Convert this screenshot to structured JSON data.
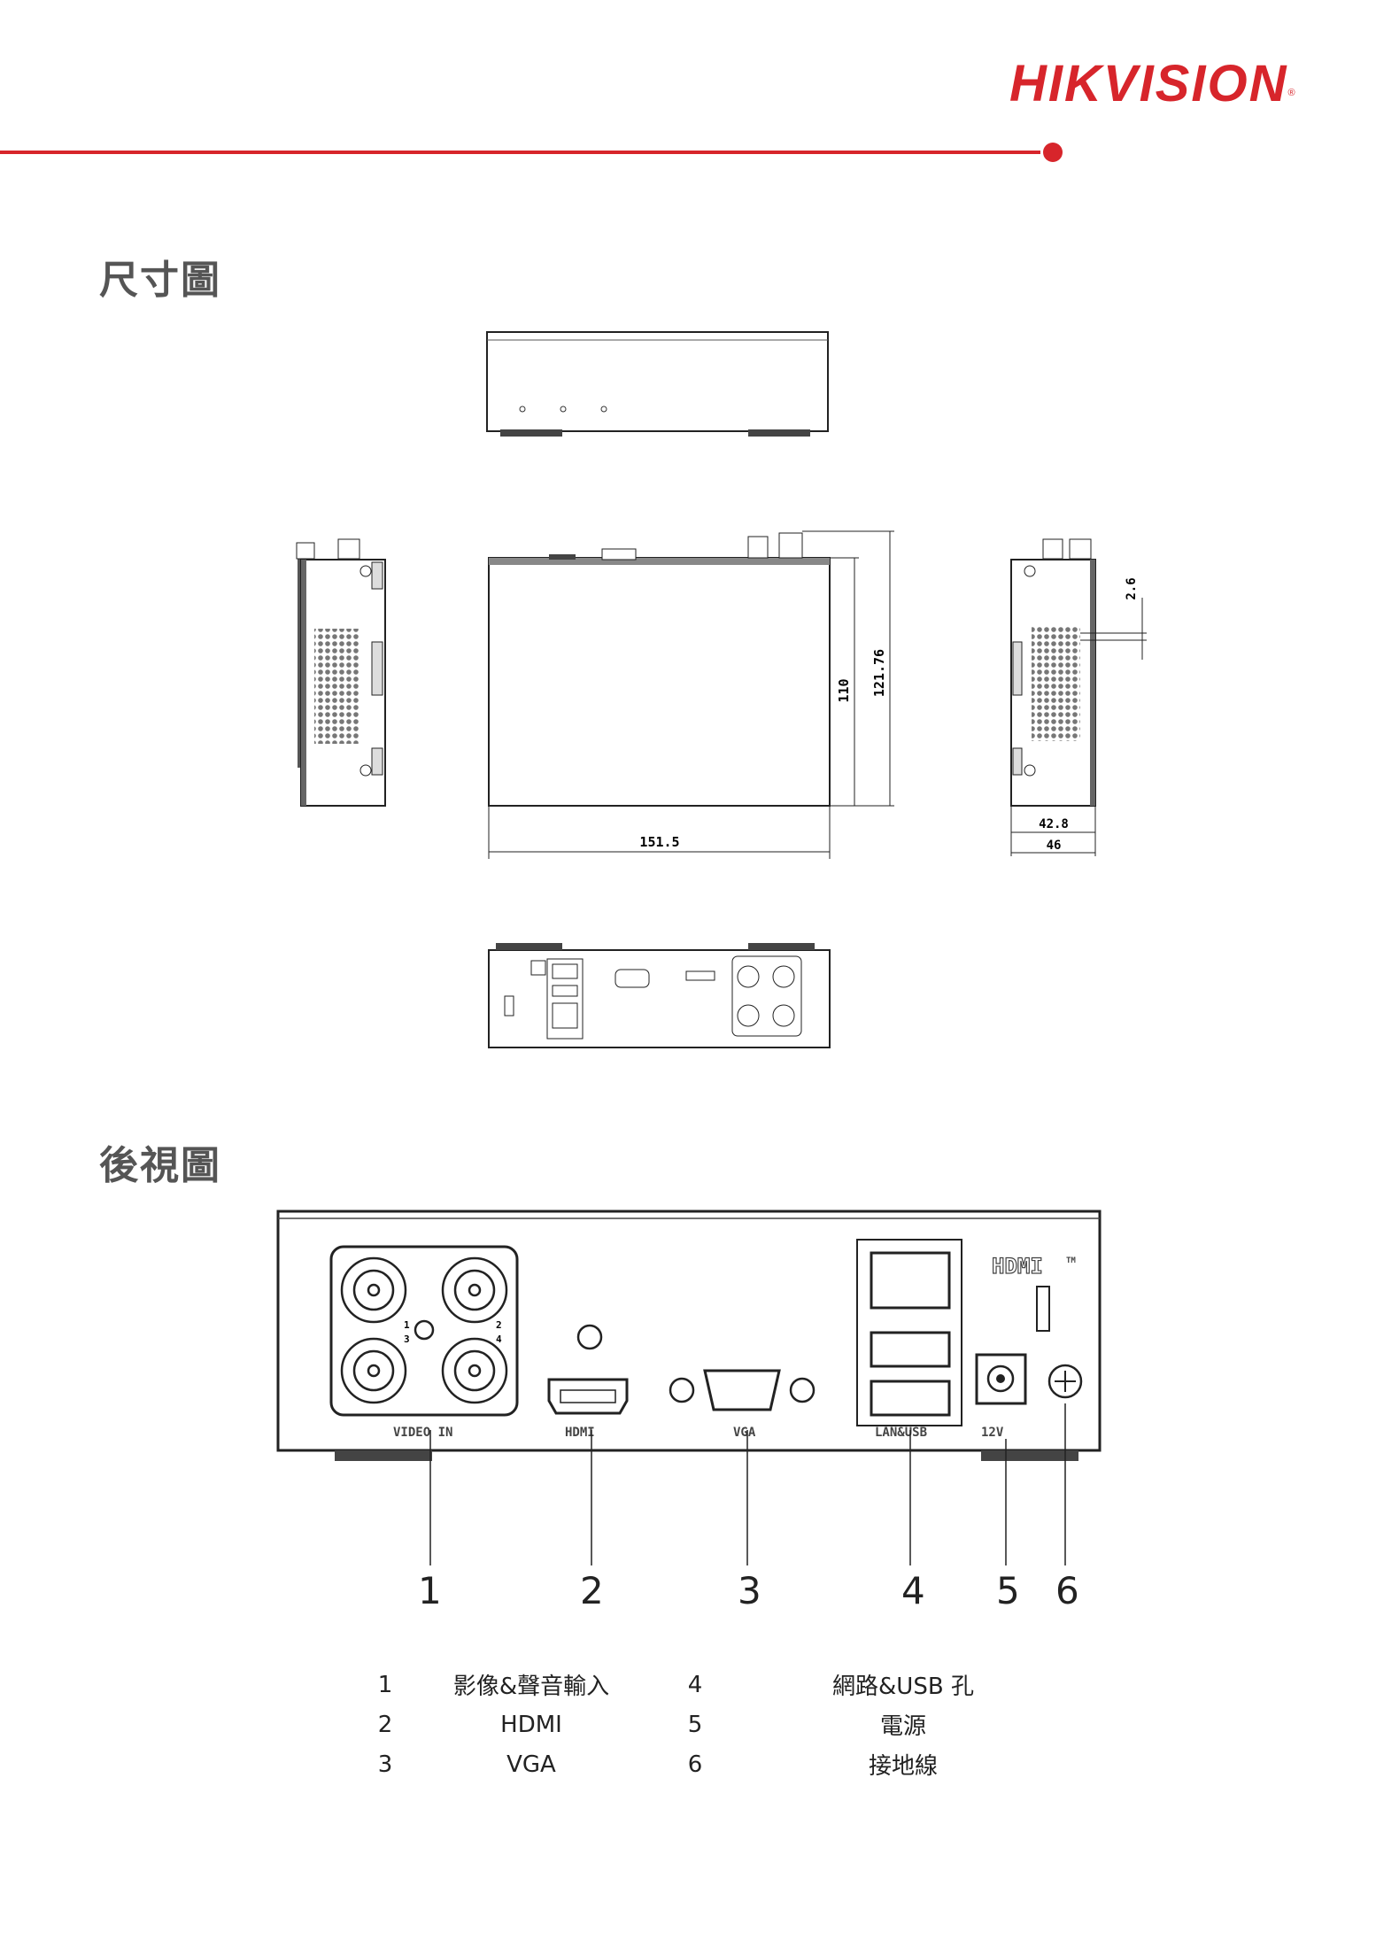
{
  "brand": {
    "name": "HIKVISION",
    "mark": "®"
  },
  "sections": {
    "dimension_title": "尺寸圖",
    "rear_title": "後視圖"
  },
  "dimensions": {
    "width": "151.5",
    "depth": "110",
    "depth_total": "121.76",
    "height": "42.8",
    "height_total": "46",
    "foot": "2.6"
  },
  "rear_panel_labels": {
    "video_in": "VIDEO IN",
    "hdmi": "HDMI",
    "vga": "VGA",
    "lan_usb": "LAN&USB",
    "power": "12V",
    "hdmi_logo": "HDMI",
    "tm": "TM",
    "port_nums": [
      "1",
      "2",
      "3",
      "4"
    ]
  },
  "callouts": [
    "1",
    "2",
    "3",
    "4",
    "5",
    "6"
  ],
  "legend": [
    {
      "num": "1",
      "label": "影像&聲音輸入",
      "num2": "4",
      "label2": "網路&USB 孔"
    },
    {
      "num": "2",
      "label": "HDMI",
      "num2": "5",
      "label2": "電源"
    },
    {
      "num": "3",
      "label": "VGA",
      "num2": "6",
      "label2": "接地線"
    }
  ]
}
